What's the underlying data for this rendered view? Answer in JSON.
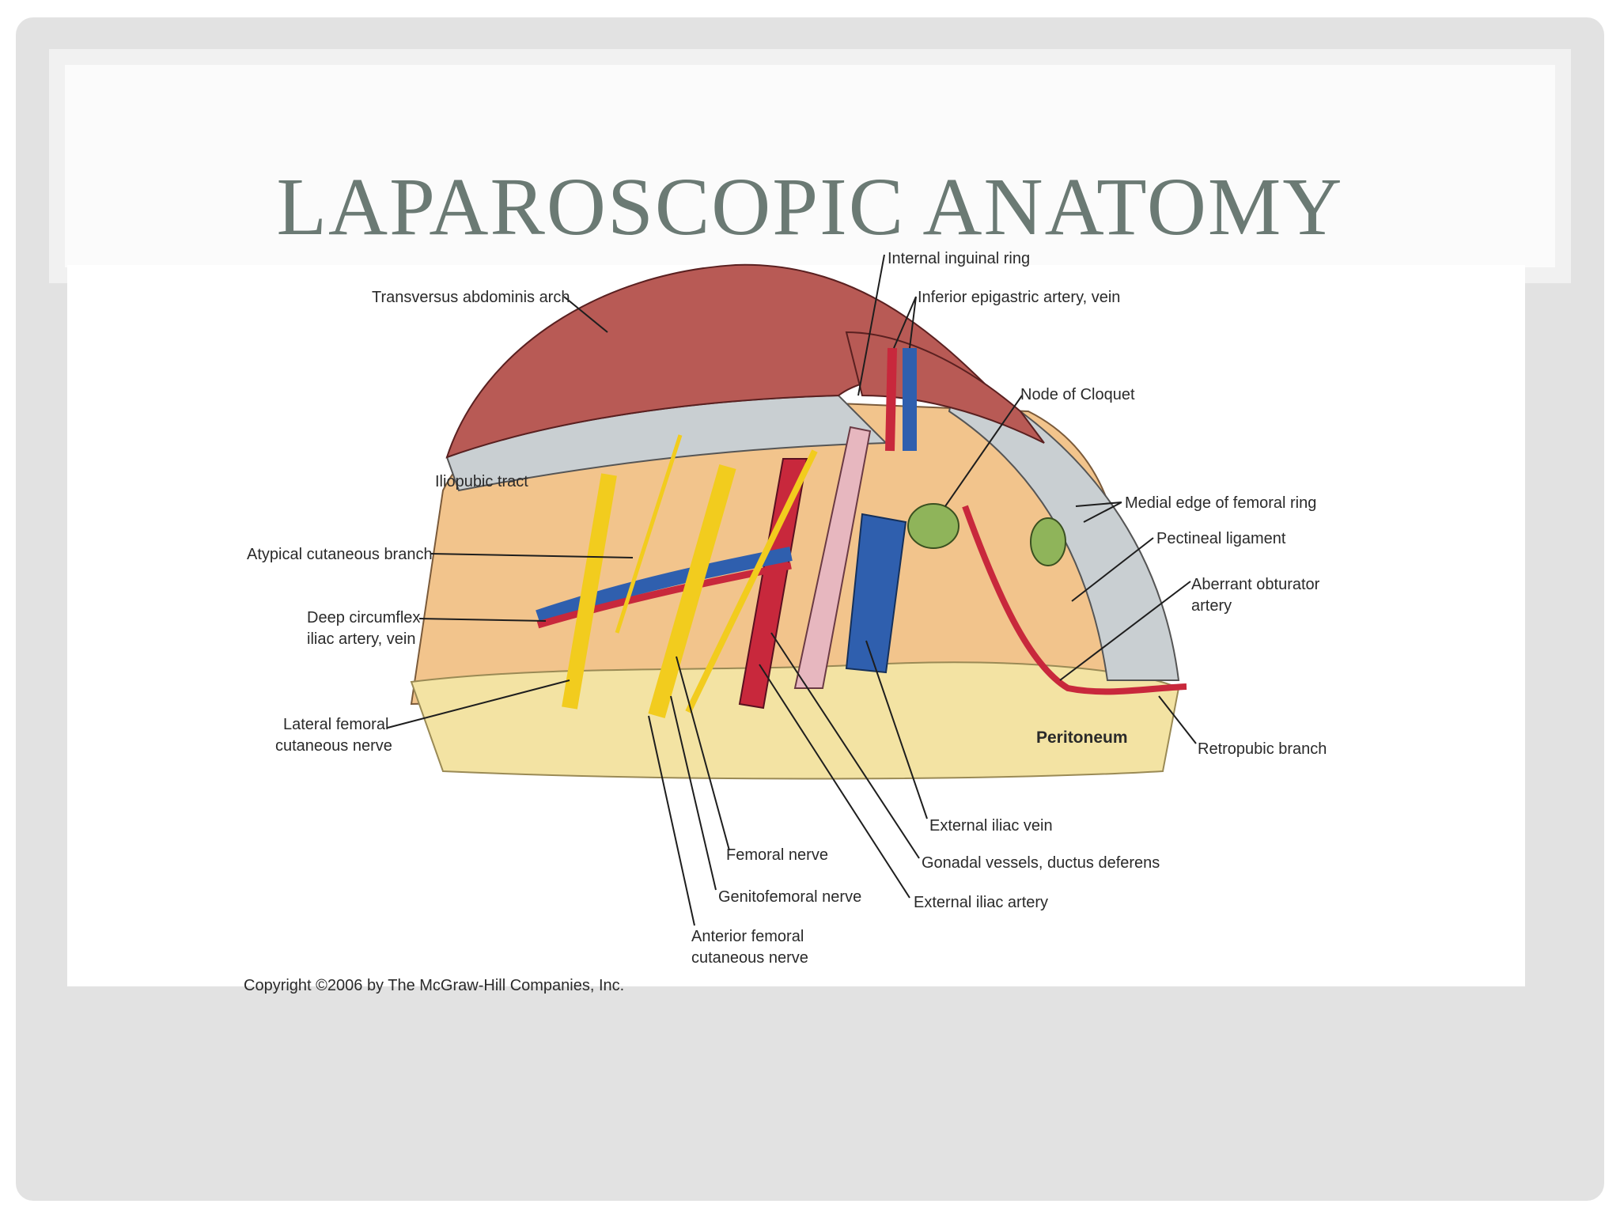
{
  "slide": {
    "title": "LAPAROSCOPIC ANATOMY"
  },
  "figure": {
    "copyright": "Copyright ©2006 by The McGraw-Hill Companies, Inc.",
    "labels": {
      "internal_inguinal_ring": "Internal inguinal ring",
      "inferior_epigastric": "Inferior epigastric artery, vein",
      "transversus_arch": "Transversus abdominis arch",
      "node_of_cloquet": "Node of Cloquet",
      "iliopubic_tract": "Iliopubic tract",
      "medial_edge_femoral_ring": "Medial edge of femoral ring",
      "pectineal_ligament": "Pectineal ligament",
      "atypical_cutaneous_branch": "Atypical cutaneous branch",
      "aberrant_obturator_1": "Aberrant obturator",
      "aberrant_obturator_2": "artery",
      "deep_circumflex_1": "Deep circumflex",
      "deep_circumflex_2": "iliac artery, vein",
      "lateral_femoral_1": "Lateral femoral",
      "lateral_femoral_2": "cutaneous nerve",
      "peritoneum": "Peritoneum",
      "retropubic_branch": "Retropubic branch",
      "external_iliac_vein": "External iliac vein",
      "femoral_nerve": "Femoral nerve",
      "gonadal_vessels": "Gonadal vessels, ductus deferens",
      "genitofemoral_nerve": "Genitofemoral nerve",
      "external_iliac_artery": "External iliac artery",
      "anterior_femoral_1": "Anterior femoral",
      "anterior_femoral_2": "cutaneous nerve"
    }
  },
  "colors": {
    "muscle": "#b85a55",
    "fascia": "#c9cfd2",
    "tissue": "#f2c48c",
    "peritoneum": "#f3e3a3",
    "nerve": "#f2cc1e",
    "artery": "#c8283c",
    "vein": "#2f5fae",
    "gonadal": "#e7b7bf",
    "node": "#8fb45a"
  }
}
